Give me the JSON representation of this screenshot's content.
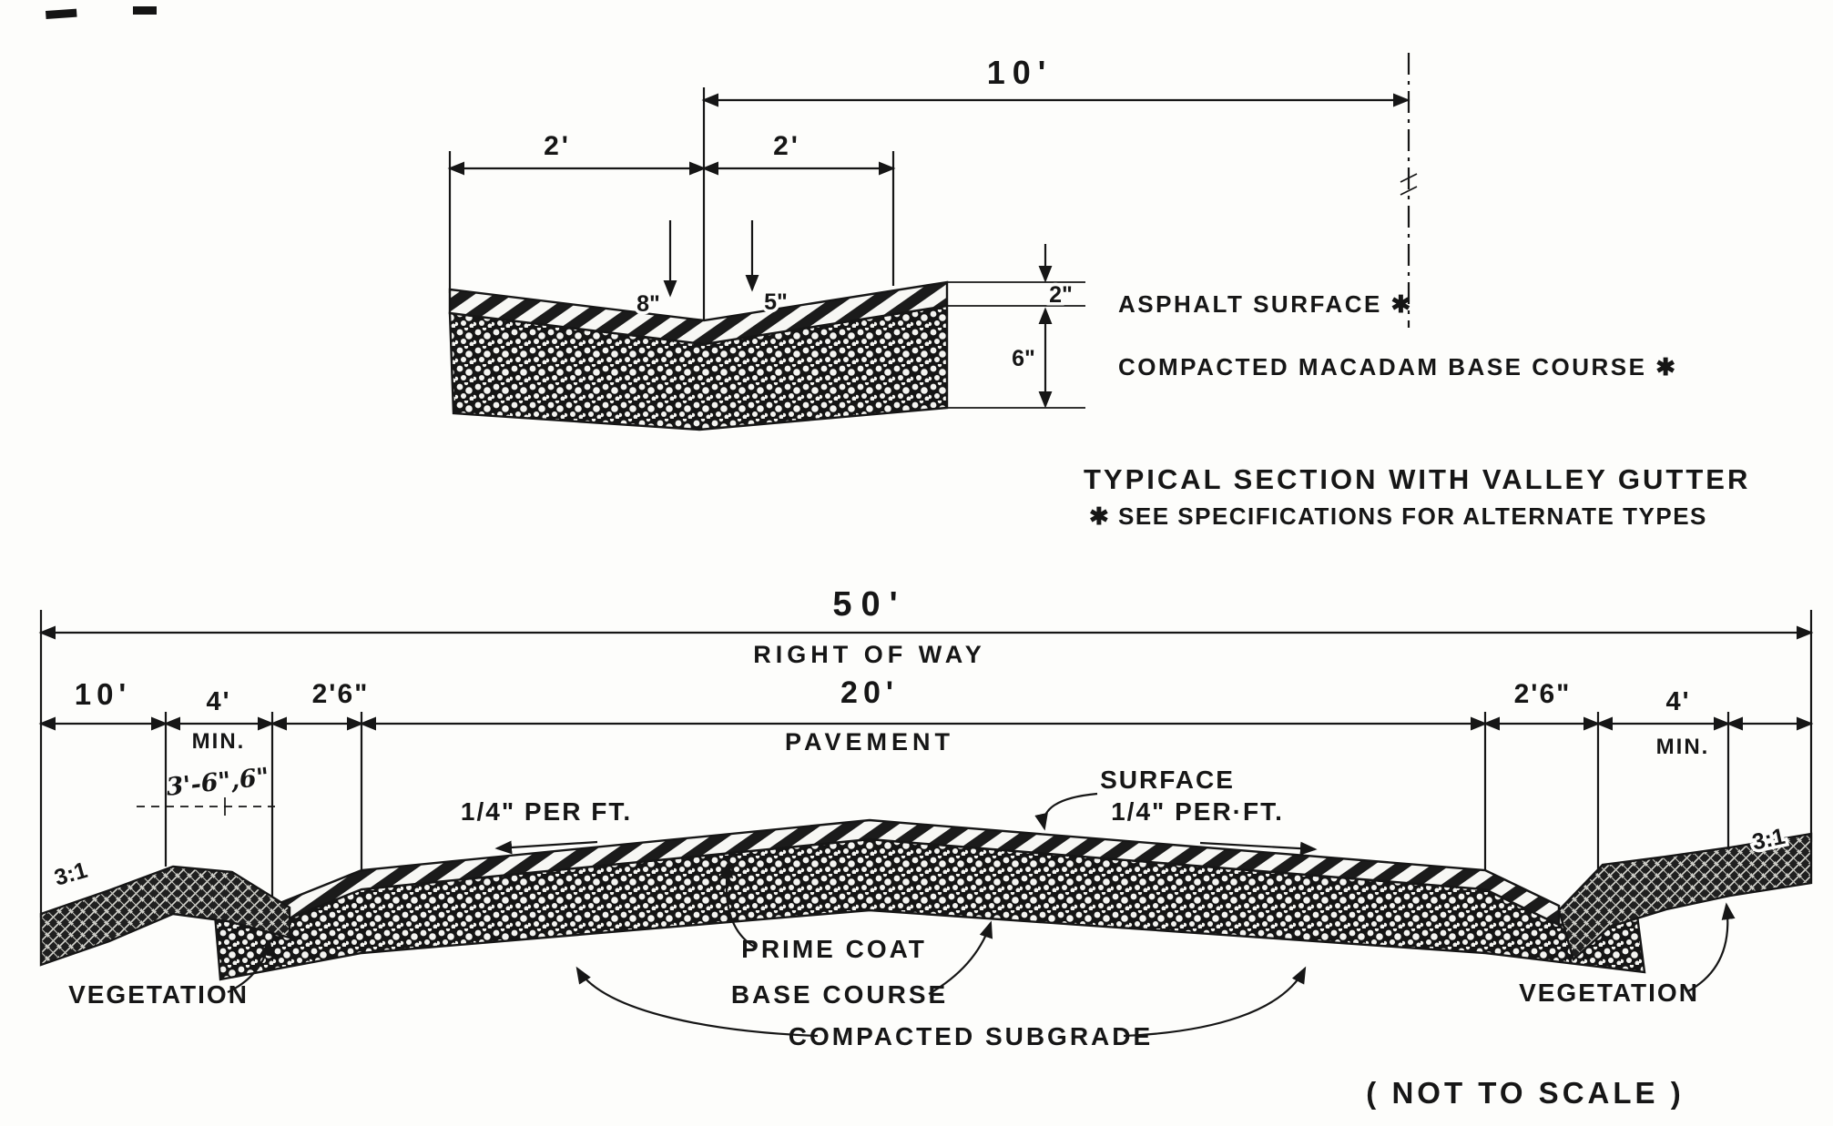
{
  "detail": {
    "dim_10ft": "10'",
    "dim_2ft_left": "2'",
    "dim_2ft_right": "2'",
    "dim_8in": "8\"",
    "dim_5in": "5\"",
    "dim_2in": "2\"",
    "dim_6in": "6\"",
    "label_asphalt": "ASPHALT SURFACE ✱",
    "label_base": "COMPACTED MACADAM BASE COURSE ✱",
    "title": "TYPICAL SECTION WITH VALLEY GUTTER",
    "subtitle": "✱ SEE SPECIFICATIONS FOR ALTERNATE TYPES"
  },
  "section": {
    "dim_50ft": "50'",
    "label_right_of_way": "RIGHT OF WAY",
    "dim_10ft": "10'",
    "dim_4ft_left": "4'",
    "min_left": "MIN.",
    "dim_2ft6_left": "2'6\"",
    "dim_20ft": "20'",
    "label_pavement": "PAVEMENT",
    "dim_2ft6_right": "2'6\"",
    "dim_4ft_right": "4'",
    "min_right": "MIN.",
    "handwritten_note": "3'-6\",6\"",
    "slope_label_left": "1/4\" PER FT.",
    "slope_label_right": "1/4\" PER·FT.",
    "label_surface": "SURFACE",
    "slope_ratio_left": "3:1",
    "slope_ratio_right": "3:1",
    "label_vegetation_left": "VEGETATION",
    "label_vegetation_right": "VEGETATION",
    "label_prime_coat": "PRIME COAT",
    "label_base_course": "BASE COURSE",
    "label_subgrade": "COMPACTED SUBGRADE"
  },
  "footnote": "( NOT TO SCALE )"
}
